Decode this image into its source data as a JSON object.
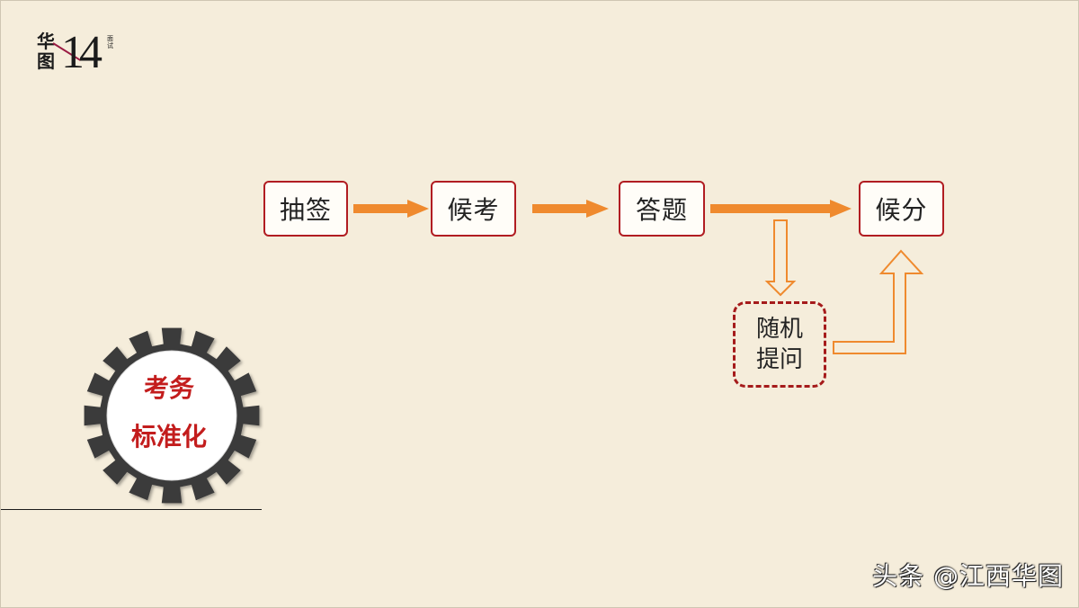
{
  "logo": {
    "text_cn_top": "华",
    "text_cn_bottom": "图",
    "number": "14",
    "small_text": "面试"
  },
  "steps": [
    {
      "label": "抽签"
    },
    {
      "label": "候考"
    },
    {
      "label": "答题"
    },
    {
      "label": "候分"
    }
  ],
  "branch": {
    "line1": "随机",
    "line2": "提问"
  },
  "gear": {
    "line1": "考务",
    "line2": "标准化"
  },
  "watermark": "头条 @江西华图",
  "colors": {
    "background": "#f5eddb",
    "accent_red": "#b11d22",
    "arrow_orange": "#ef8a2e",
    "gear_dark": "#3a3a3a"
  }
}
